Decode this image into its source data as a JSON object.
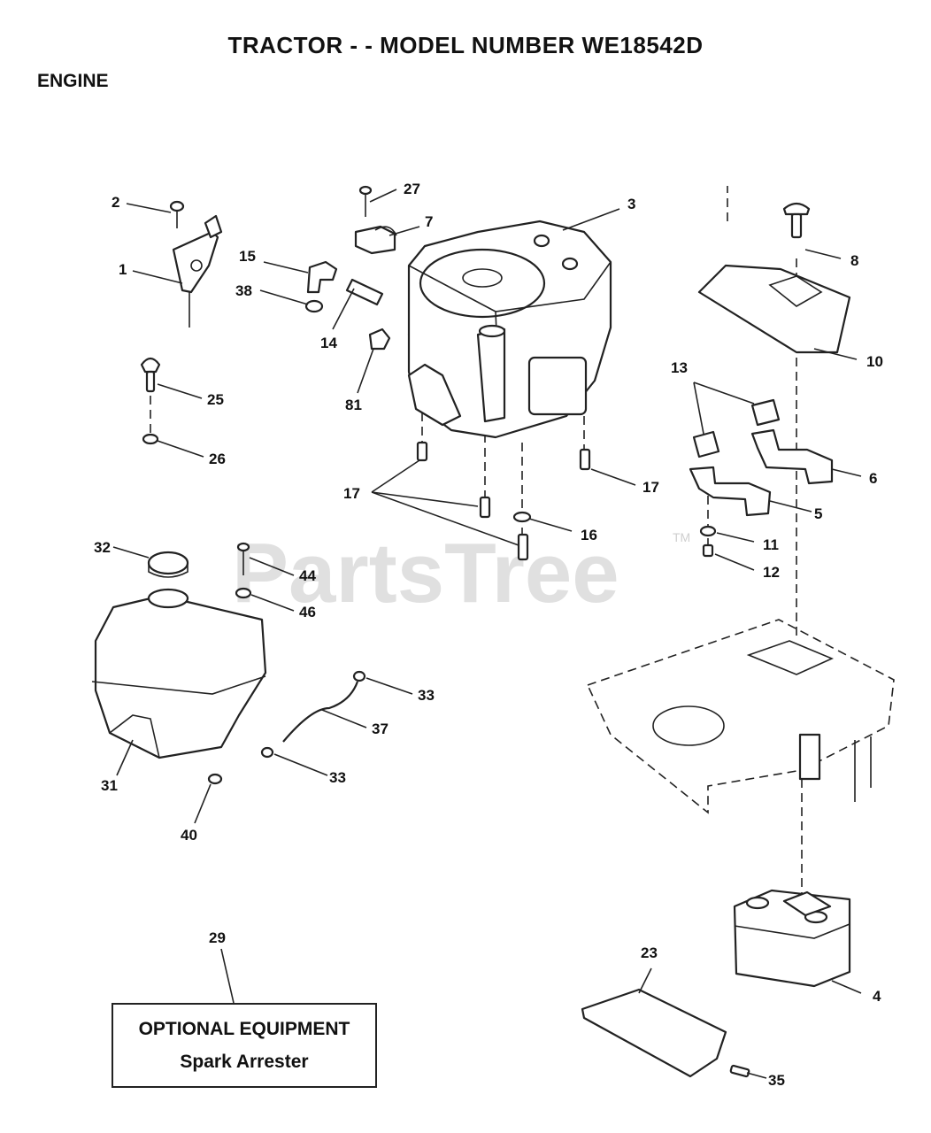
{
  "header": {
    "title": "TRACTOR - - MODEL NUMBER WE18542D",
    "section": "ENGINE"
  },
  "watermark": {
    "text": "PartsTree",
    "tm": "TM"
  },
  "callouts": [
    {
      "id": "c1",
      "text": "1"
    },
    {
      "id": "c2",
      "text": "2"
    },
    {
      "id": "c3",
      "text": "3"
    },
    {
      "id": "c4",
      "text": "4"
    },
    {
      "id": "c5",
      "text": "5"
    },
    {
      "id": "c6",
      "text": "6"
    },
    {
      "id": "c7",
      "text": "7"
    },
    {
      "id": "c8",
      "text": "8"
    },
    {
      "id": "c10",
      "text": "10"
    },
    {
      "id": "c11",
      "text": "11"
    },
    {
      "id": "c12",
      "text": "12"
    },
    {
      "id": "c13",
      "text": "13"
    },
    {
      "id": "c14",
      "text": "14"
    },
    {
      "id": "c15",
      "text": "15"
    },
    {
      "id": "c16",
      "text": "16"
    },
    {
      "id": "c17a",
      "text": "17"
    },
    {
      "id": "c17b",
      "text": "17"
    },
    {
      "id": "c23",
      "text": "23"
    },
    {
      "id": "c25",
      "text": "25"
    },
    {
      "id": "c26",
      "text": "26"
    },
    {
      "id": "c27",
      "text": "27"
    },
    {
      "id": "c29",
      "text": "29"
    },
    {
      "id": "c31",
      "text": "31"
    },
    {
      "id": "c32",
      "text": "32"
    },
    {
      "id": "c33a",
      "text": "33"
    },
    {
      "id": "c33b",
      "text": "33"
    },
    {
      "id": "c35",
      "text": "35"
    },
    {
      "id": "c37",
      "text": "37"
    },
    {
      "id": "c38",
      "text": "38"
    },
    {
      "id": "c40",
      "text": "40"
    },
    {
      "id": "c44",
      "text": "44"
    },
    {
      "id": "c46",
      "text": "46"
    },
    {
      "id": "c81",
      "text": "81"
    }
  ],
  "optional_equipment": {
    "title": "OPTIONAL EQUIPMENT",
    "item": "Spark Arrester"
  }
}
